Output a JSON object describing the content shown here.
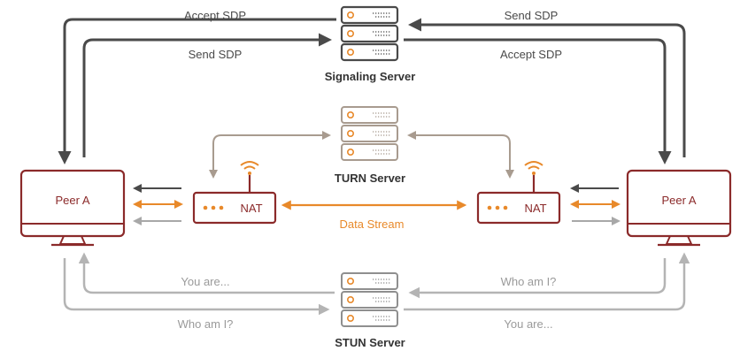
{
  "servers": {
    "signaling": {
      "label": "Signaling Server",
      "color": "#4a4a4a",
      "dot": "#e8892a"
    },
    "turn": {
      "label": "TURN Server",
      "color": "#a89b8f",
      "dot": "#e8892a"
    },
    "stun": {
      "label": "STUN Server",
      "color": "#8f8f8f",
      "dot": "#e8892a"
    }
  },
  "peers": {
    "left": {
      "label": "Peer A"
    },
    "right": {
      "label": "Peer A"
    },
    "color": "#8b2a2a"
  },
  "nats": {
    "left": {
      "label": "NAT"
    },
    "right": {
      "label": "NAT"
    },
    "color": "#8b2a2a",
    "dot_color": "#e8892a",
    "wifi_color": "#e8892a"
  },
  "signaling_messages": {
    "top_left": "Accept SDP",
    "bottom_left": "Send SDP",
    "top_right": "Send SDP",
    "bottom_right": "Accept SDP"
  },
  "stun_messages": {
    "top_left": "You are...",
    "bottom_left": "Who am I?",
    "top_right": "Who am I?",
    "bottom_right": "You are..."
  },
  "data_stream": {
    "label": "Data Stream",
    "color": "#e8892a"
  },
  "colors": {
    "dark_arrow": "#4a4a4a",
    "turn_arrow": "#a89b8f",
    "stun_arrow": "#b4b4b4",
    "orange": "#e8892a"
  }
}
